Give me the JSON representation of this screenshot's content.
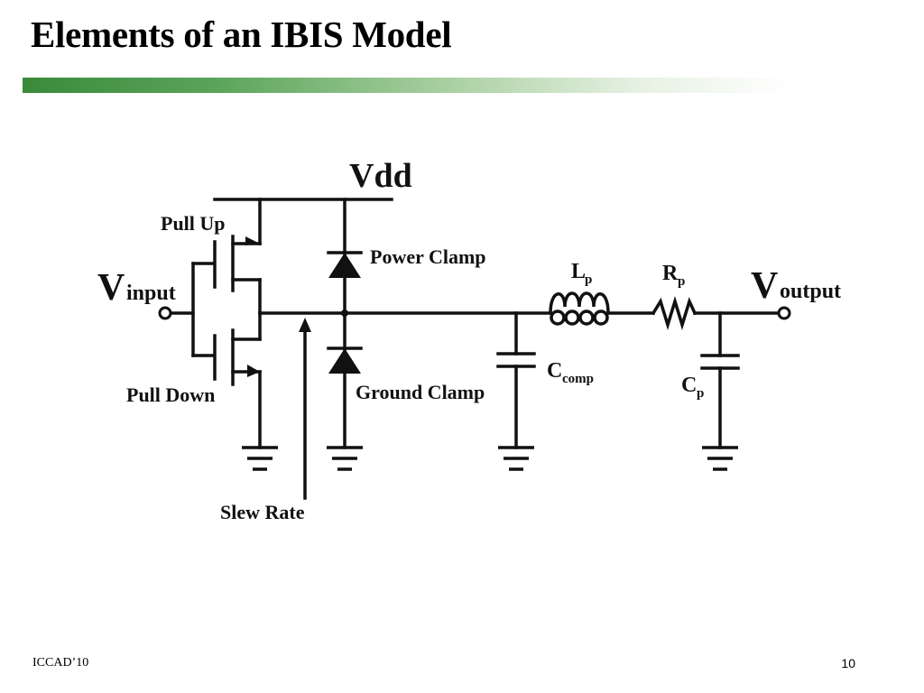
{
  "slide": {
    "title": "Elements of an IBIS Model",
    "footer_left": "ICCAD’10",
    "page_number": "10"
  },
  "diagram": {
    "labels": {
      "vdd": "Vdd",
      "pull_up": "Pull Up",
      "pull_down": "Pull Down",
      "power_clamp": "Power Clamp",
      "ground_clamp": "Ground Clamp",
      "slew_rate": "Slew Rate",
      "v_input_main": "V",
      "v_input_sub": "input",
      "v_output_main": "V",
      "v_output_sub": "output",
      "lp_main": "L",
      "lp_sub": "p",
      "rp_main": "R",
      "rp_sub": "p",
      "ccomp_main": "C",
      "ccomp_sub": "comp",
      "cp_main": "C",
      "cp_sub": "p"
    }
  }
}
